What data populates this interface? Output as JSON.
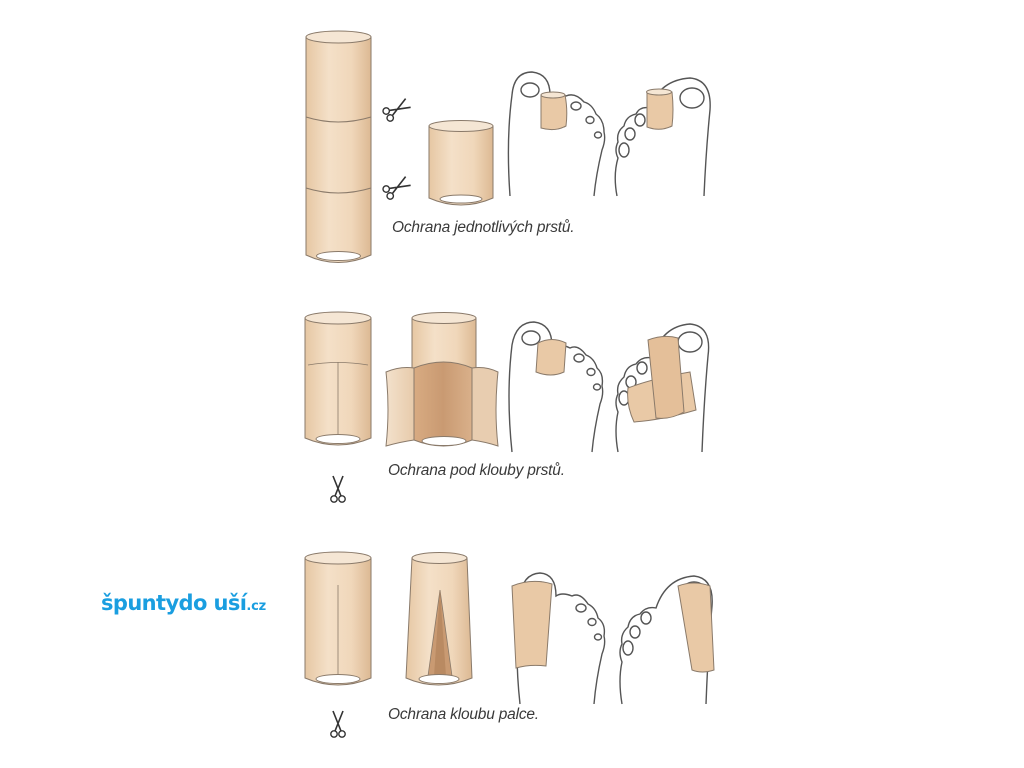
{
  "colors": {
    "skin": "#f2dcc3",
    "skin_mid": "#e9c9a6",
    "skin_dark": "#c99a72",
    "outline": "#6a6a6a",
    "text": "#3a3a3a",
    "logo": "#1a9ee0"
  },
  "captions": {
    "single_toes": "Ochrana jednotlivých prstů.",
    "toe_joints": "Ochrana pod klouby prstů.",
    "thumb_joint": "Ochrana kloubu palce."
  },
  "logo": {
    "main": "špuntydo uší",
    "tld": ".cz"
  },
  "icons": [
    "scissors-icon",
    "scissors-icon",
    "scissors-icon",
    "scissors-icon"
  ]
}
